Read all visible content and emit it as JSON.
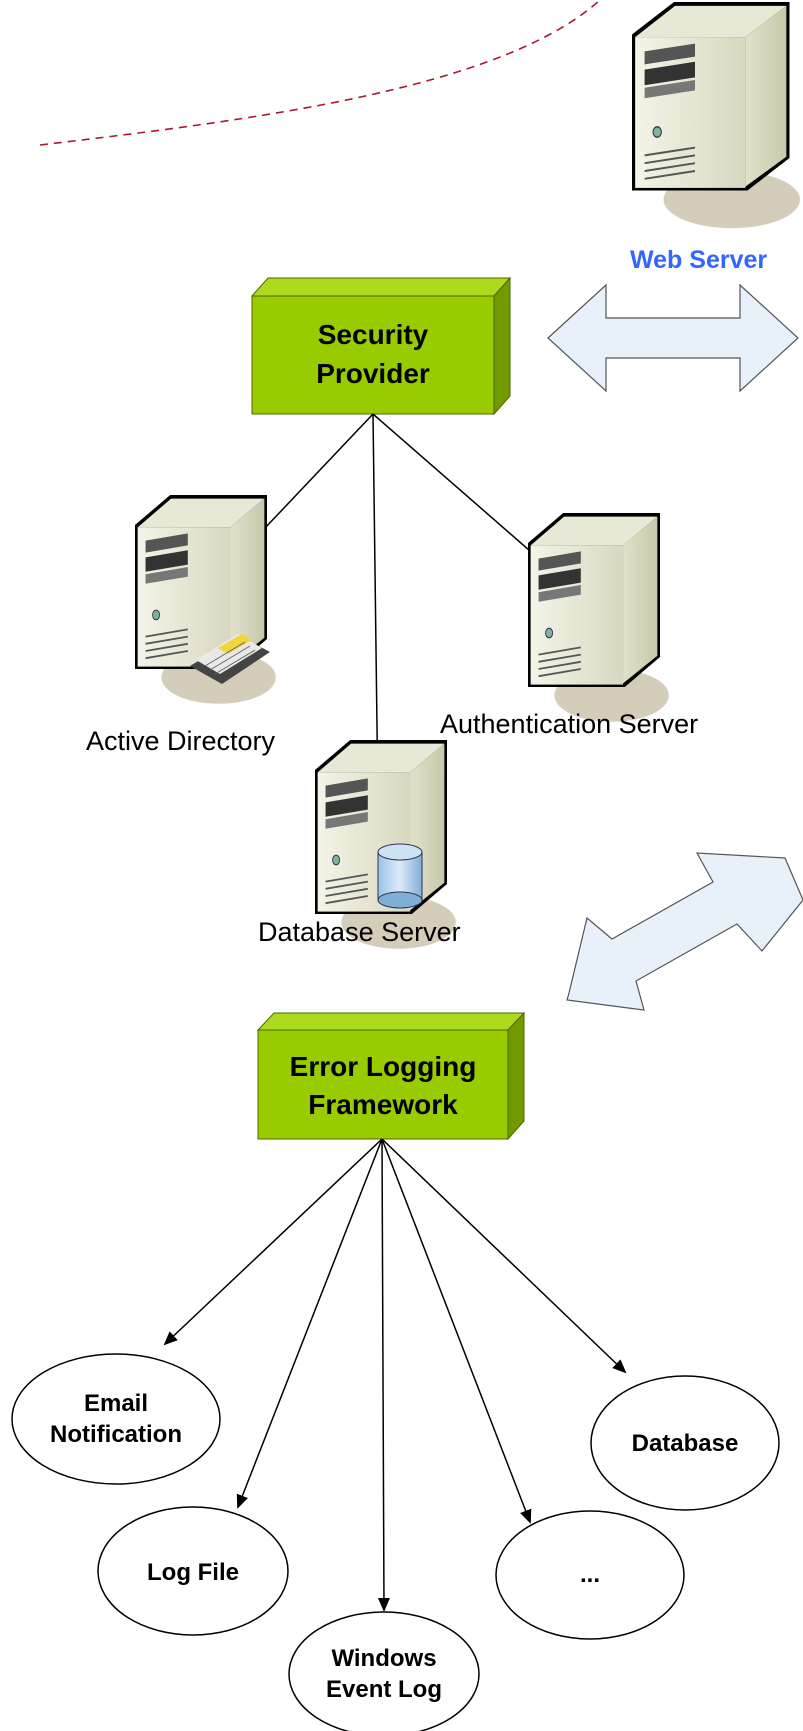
{
  "web_server": {
    "label": "Web Server"
  },
  "security_provider": {
    "line1": "Security",
    "line2": "Provider"
  },
  "servers": {
    "active_directory": "Active Directory",
    "authentication": "Authentication Server",
    "database": "Database Server"
  },
  "error_logging": {
    "line1": "Error Logging",
    "line2": "Framework"
  },
  "targets": {
    "email": {
      "line1": "Email",
      "line2": "Notification"
    },
    "log_file": "Log File",
    "windows_event_log": {
      "line1": "Windows",
      "line2": "Event Log"
    },
    "ellipsis": "...",
    "database": "Database"
  },
  "colors": {
    "green_box": "#99CC00",
    "box_border": "#4D6600",
    "arrow_fill": "#E8F0FA",
    "web_server_label": "#3366FF",
    "dashed": "#A8192B",
    "server_body": "#E6E6D1"
  }
}
